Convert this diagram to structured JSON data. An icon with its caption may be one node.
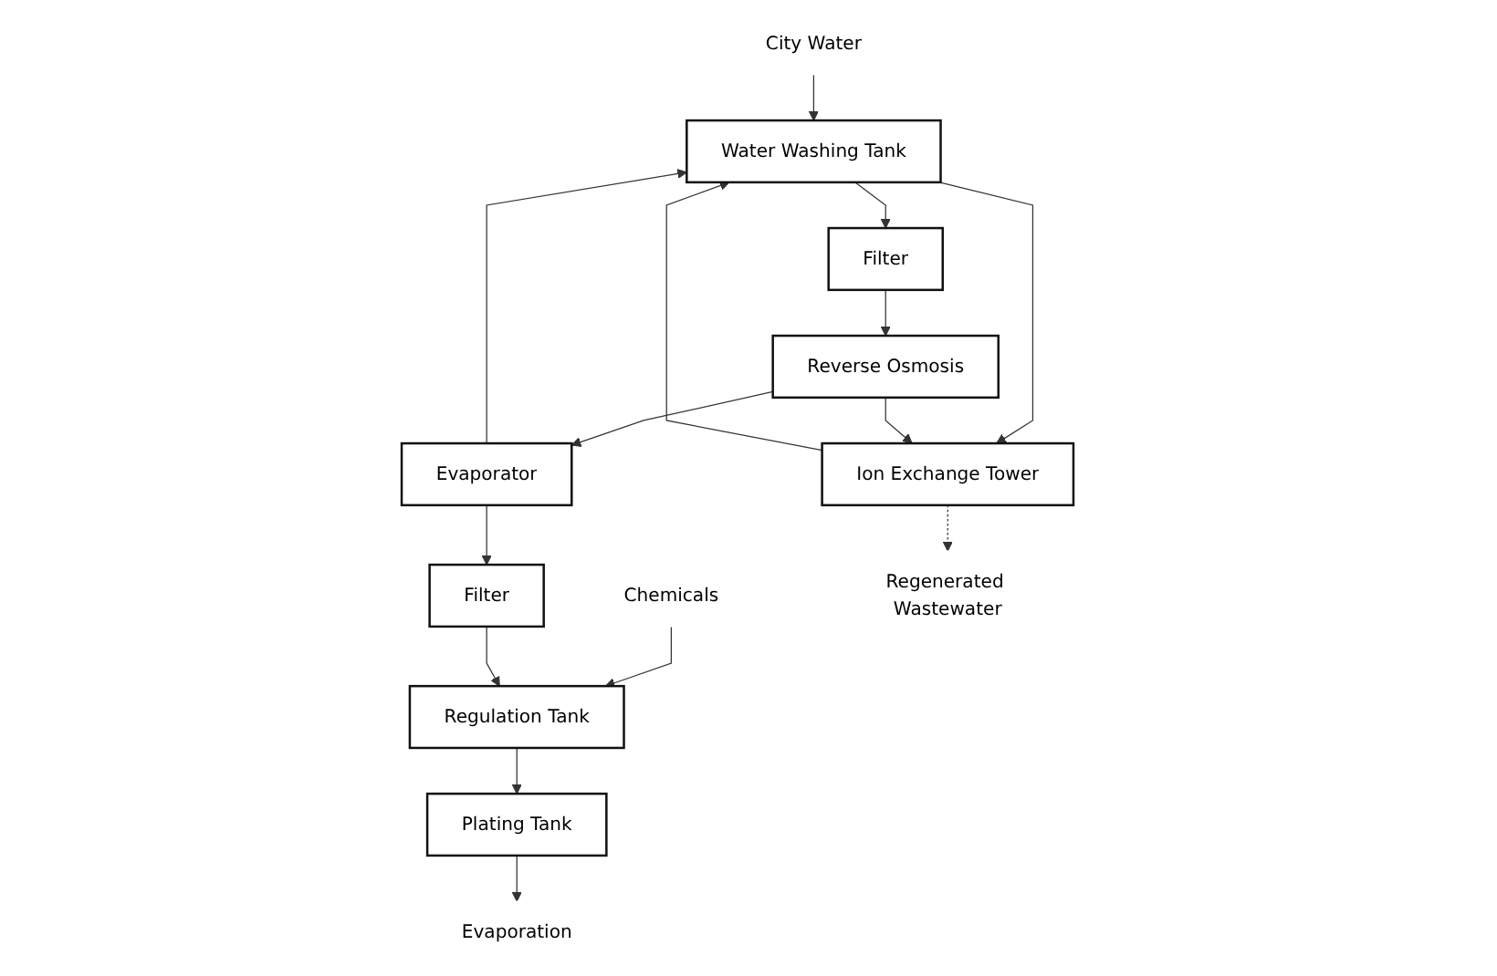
{
  "diagram": {
    "nodes": [
      {
        "text": [
          "Chemicals"
        ]
      },
      {
        "text": [
          "Regulation Tank"
        ]
      },
      {
        "text": [
          "Plating Tank"
        ]
      },
      {
        "text": [
          "Evaporation"
        ]
      },
      {
        "text": [
          "City Water"
        ]
      },
      {
        "text": [
          "Water Washing Tank"
        ]
      },
      {
        "text": [
          "Filter"
        ]
      },
      {
        "text": [
          "Filter"
        ]
      },
      {
        "text": [
          "Evaporator"
        ]
      },
      {
        "text": [
          "Reverse Osmosis"
        ]
      },
      {
        "text": [
          "Ion Exchange Tower"
        ]
      },
      {
        "text": [
          "Regenerated Wastewater"
        ]
      }
    ],
    "edges": [
      {
        "from": 0,
        "to": 1,
        "arrow": "to"
      },
      {
        "from": 1,
        "to": 2,
        "arrow": "to"
      },
      {
        "from": 2,
        "to": 3,
        "arrow": "to"
      },
      {
        "from": 4,
        "to": 5,
        "arrow": "to"
      },
      {
        "from": 5,
        "to": 6,
        "arrow": "to"
      },
      {
        "from": 6,
        "to": 9,
        "arrow": "to"
      },
      {
        "from": 5,
        "to": 10,
        "arrow": "to"
      },
      {
        "from": 9,
        "to": 10,
        "arrow": "to"
      },
      {
        "from": 9,
        "to": 8,
        "arrow": "to"
      },
      {
        "from": 8,
        "to": 5,
        "arrow": "to"
      },
      {
        "from": 10,
        "to": 5,
        "arrow": "to"
      },
      {
        "from": 8,
        "to": 7,
        "arrow": "to"
      },
      {
        "from": 7,
        "to": 1,
        "arrow": "to"
      },
      {
        "from": 10,
        "to": 11,
        "arrow": "to",
        "style": "dashed"
      }
    ]
  }
}
